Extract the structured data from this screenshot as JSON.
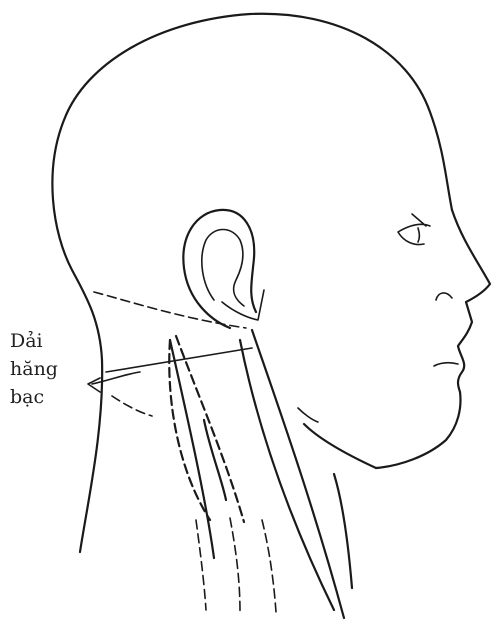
{
  "figure": {
    "label_lines": [
      "Dải",
      "hăng",
      "bạc"
    ],
    "ink_color": "#1a1a1a",
    "background_color": "#ffffff"
  }
}
